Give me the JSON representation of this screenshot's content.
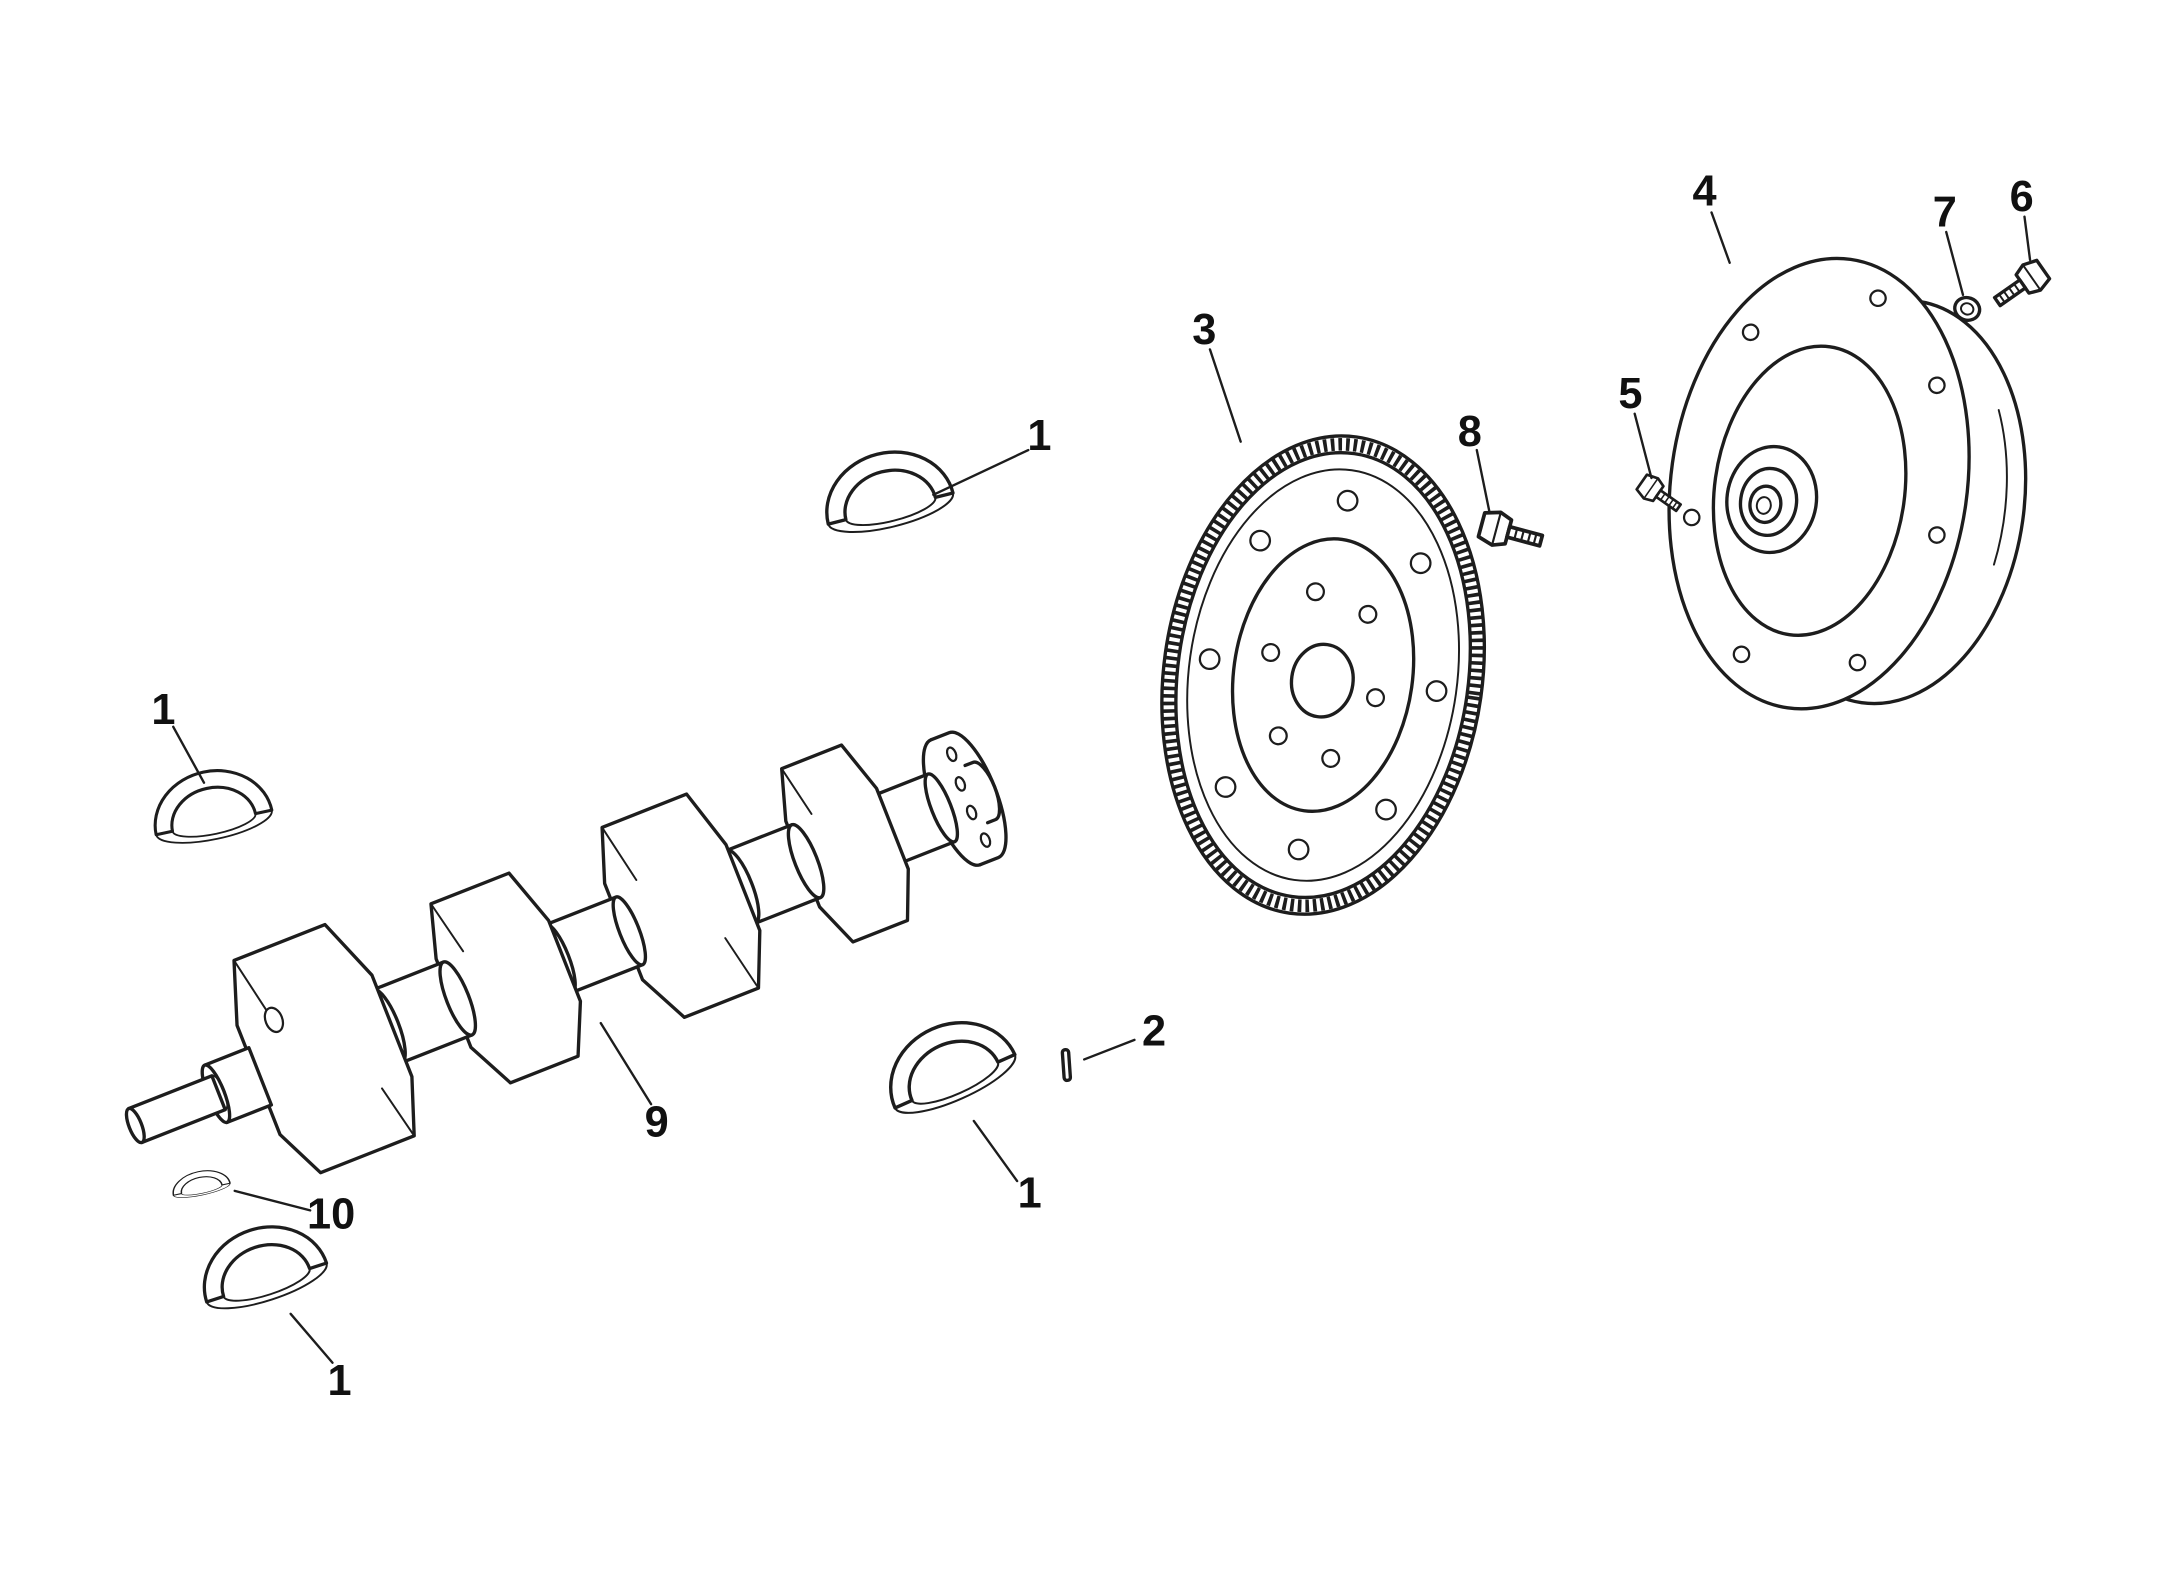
{
  "diagram": {
    "background_color": "#ffffff",
    "line_color": "#1d1d1d",
    "callouts": {
      "bearing_upper": "1",
      "bearing_left": "1",
      "bearing_center": "1",
      "bearing_lower": "1",
      "pin": "2",
      "flywheel": "3",
      "coupler": "4",
      "screw_small": "5",
      "bolt_coupler": "6",
      "washer_coupler": "7",
      "bolt_flywheel": "8",
      "crankshaft": "9",
      "thrust_bearing": "10"
    }
  }
}
